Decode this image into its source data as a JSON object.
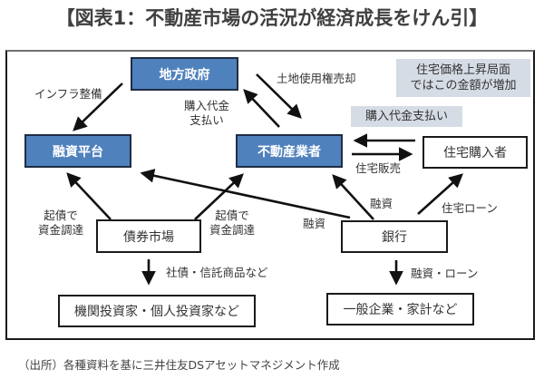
{
  "title": "【図表1：不動産市場の活況が経済成長をけん引】",
  "nodes": {
    "local_government": "地方政府",
    "financing_platform": "融資平台",
    "real_estate_developer": "不動産業者",
    "home_buyer": "住宅購入者",
    "bond_market": "債券市場",
    "bank": "銀行",
    "investors": "機関投資家・個人投資家など",
    "companies_households": "一般企業・家計など"
  },
  "notes": {
    "price_rise_line1": "住宅価格上昇局面",
    "price_rise_line2": "ではこの金額が増加",
    "purchase_payment": "購入代金支払い"
  },
  "labels": {
    "infrastructure": "インフラ整備",
    "land_sale": "土地使用権売却",
    "purchase_payment_line1": "購入代金",
    "purchase_payment_line2": "支払い",
    "home_sale": "住宅販売",
    "bond_issue_left_line1": "起債で",
    "bond_issue_left_line2": "資金調達",
    "bond_issue_right_line1": "起債で",
    "bond_issue_right_line2": "資金調達",
    "loan_to_developer": "融資",
    "loan_to_platform": "融資",
    "mortgage": "住宅ローン",
    "bonds_trust_products": "社債・信託商品など",
    "loans": "融資・ローン"
  },
  "source": "（出所）各種資料を基に三井住友DSアセットマネジメント作成",
  "colors": {
    "node_blue": "#4f81bd",
    "note_grey": "#d6dce5",
    "arrow": "#111111"
  }
}
